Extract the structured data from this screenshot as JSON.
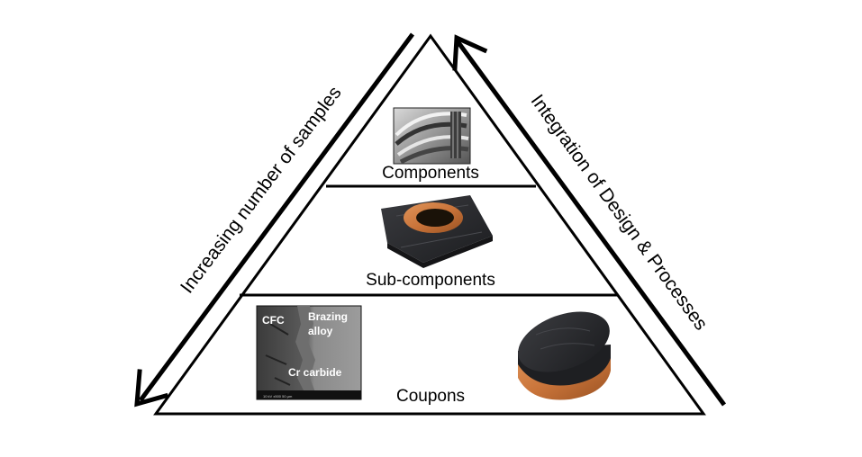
{
  "pyramid": {
    "tiers": [
      {
        "label": "Components"
      },
      {
        "label": "Sub-components"
      },
      {
        "label": "Coupons"
      }
    ]
  },
  "side_arrows": {
    "left": {
      "label": "Increasing number of samples"
    },
    "right": {
      "label": "Integration of Design & Processes"
    }
  },
  "micrograph": {
    "labels": {
      "cfc": "CFC",
      "brazing_line1": "Brazing",
      "brazing_line2": "alloy",
      "carbide": "Cr carbide"
    }
  },
  "images": {
    "components": "photo of a divertor cassette component",
    "subcomponent": "CFC tile block with copper ring",
    "coupon": "CFC disc brazed to copper"
  },
  "colors": {
    "line": "#000000",
    "cfc_dark": "#2a2b2e",
    "copper": "#c9743a"
  }
}
